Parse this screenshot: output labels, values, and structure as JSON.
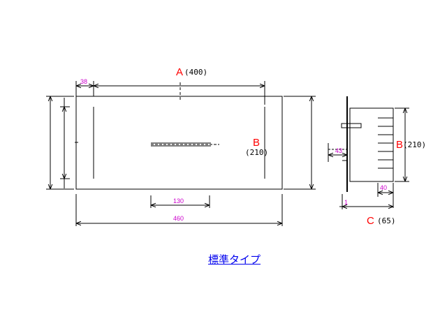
{
  "labels": {
    "A_letter": "A",
    "A_value": "(400)",
    "B_letter": "B",
    "B_value": "(210)",
    "C_letter": "C",
    "C_value": "(65)"
  },
  "dims": {
    "d38": "38",
    "d130": "130",
    "d460": "460",
    "d43": "43",
    "d40": "40",
    "d1": "1"
  },
  "link": {
    "text": "標準タイプ"
  },
  "colors": {
    "letter": "#ff0000",
    "dim": "#cc00cc",
    "line": "#000000",
    "link": "#0000ee"
  }
}
